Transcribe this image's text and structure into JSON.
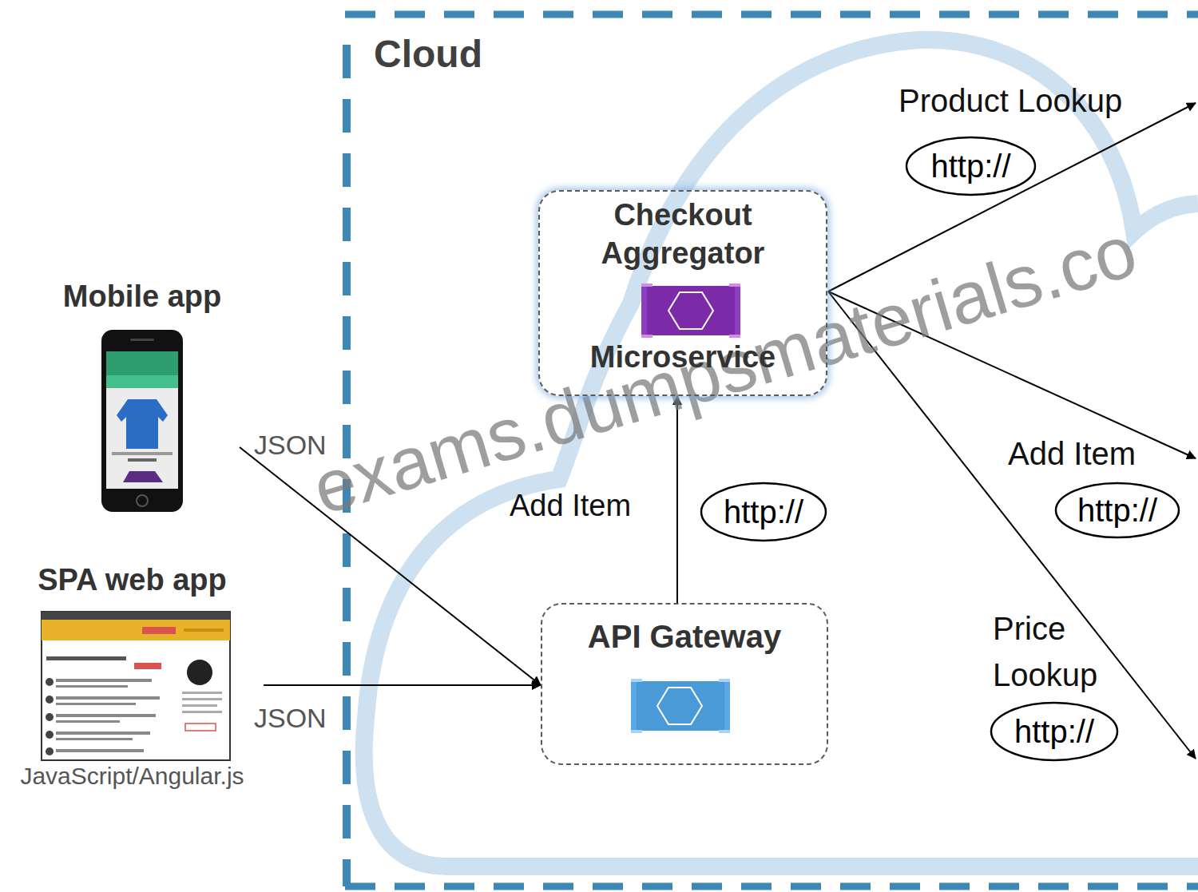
{
  "diagram": {
    "nodes": [
      {
        "text": [
          "Cloud"
        ]
      },
      {
        "text": [
          "Mobile app"
        ]
      },
      {
        "text": [
          "SPA web app",
          "JavaScript/Angular.js"
        ]
      },
      {
        "text": [
          "Checkout Aggregator",
          "Microservice"
        ],
        "in": 0
      },
      {
        "text": [
          "API Gateway"
        ],
        "in": 0
      },
      {
        "text": [
          "http://"
        ],
        "in": 0
      },
      {
        "text": [
          "http://"
        ],
        "in": 0
      },
      {
        "text": [
          "http://"
        ],
        "in": 0
      },
      {
        "text": [
          "http://"
        ],
        "in": 0
      }
    ],
    "edges": [
      {
        "from": 1,
        "to": 4,
        "label": "JSON",
        "arrow": "to"
      },
      {
        "from": 2,
        "to": 4,
        "label": "JSON",
        "arrow": "to"
      },
      {
        "from": 4,
        "to": 3,
        "label": "Add Item",
        "arrow": "to"
      }
    ],
    "labels": [
      "Product Lookup",
      "Add Item",
      "Price Lookup",
      "exams.dumpsmaterials.co"
    ]
  }
}
